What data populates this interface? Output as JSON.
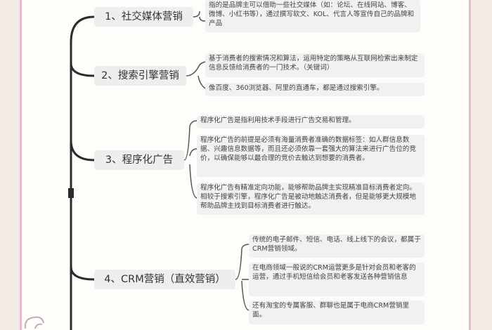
{
  "categories": [
    {
      "label": "1、社交媒体营销"
    },
    {
      "label": "2、搜索引擎营销"
    },
    {
      "label": "3、程序化广告"
    },
    {
      "label": "4、CRM营销（直效营销）"
    }
  ],
  "notes": {
    "social": [
      "指的是品牌主可以借助一些社交媒体（如：论坛、在线网站、博客、微博、小红书等），通过撰写软文、KOL、代言人等宣传自己的品牌和产品"
    ],
    "search": [
      "基于消费者的搜索情况和算法，运用特定的策略从互联网检索出来制定信息反馈给消费者的一门技术。（关键词）",
      "像百度、360浏览器、阿里的直通车，都是通过搜索引擎。"
    ],
    "programmatic": [
      "程序化广告是指利用技术手段进行广告交易和管理。",
      "程序化广告的前提是必须有海量消费者准确的数据标签：如人群信息数据、兴趣信息数据等，而且还必须依靠一套强大的算法来进行广告位的竞价，以确保能够以最合理的竞价去触达到想要的消费者。",
      "程序化广告有精准定向功能，能够帮助品牌主实现精准目标消费者定向。相较于搜索引擎，程序化广告是被动地触达消费者，但是能够更大规模地帮助品牌主找到目标消费者进行触达。"
    ],
    "crm": [
      "传统的电子邮件、短信、电话、线上线下的会议，都属于CRM营销领域。",
      "在电商领域一般说的CRM运营更多是针对会员和老客的运营，通过手机短信给会员和老客发送各种营销信息",
      "还有淘宝的专属客服、群聊也是属于电商CRM营销里面。"
    ]
  }
}
